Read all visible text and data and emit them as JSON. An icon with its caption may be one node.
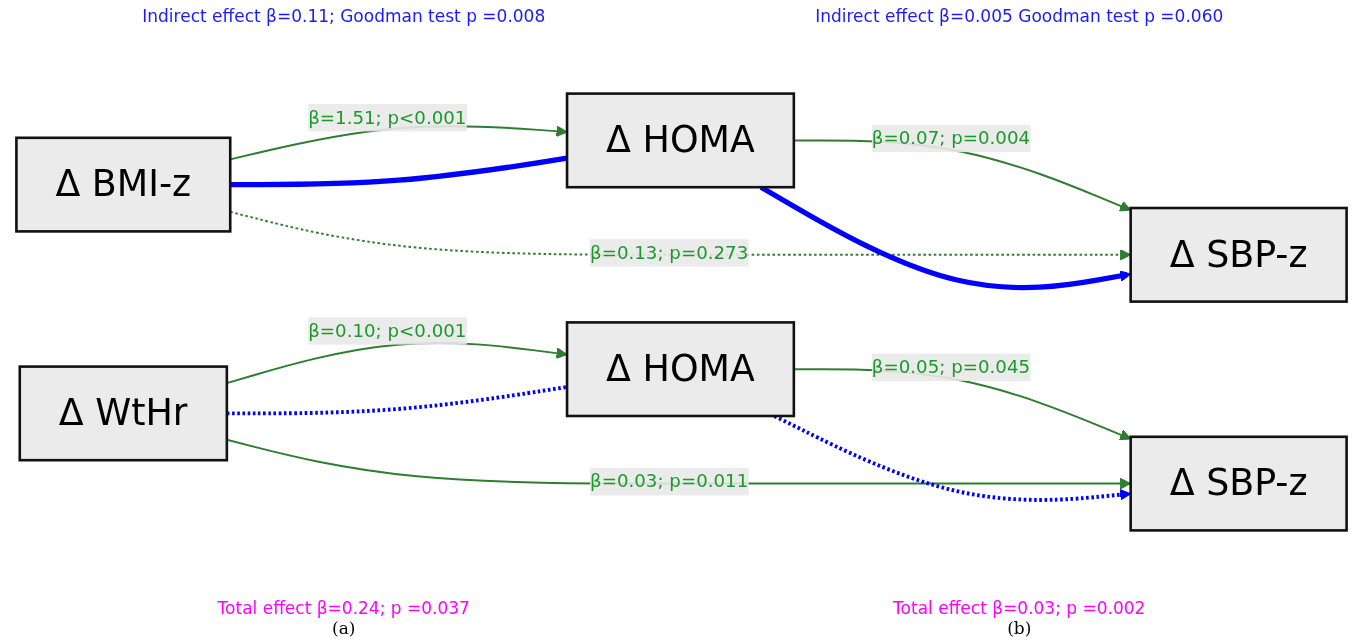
{
  "diagram": {
    "nodes": [
      {
        "text": [
          "Δ BMI-z"
        ]
      },
      {
        "text": [
          "Δ HOMA"
        ]
      },
      {
        "text": [
          "Δ SBP-z"
        ]
      },
      {
        "text": [
          "Δ WtHr"
        ]
      },
      {
        "text": [
          "Δ HOMA"
        ]
      },
      {
        "text": [
          "Δ SBP-z"
        ]
      }
    ],
    "edges": [
      {
        "from": 0,
        "to": 1,
        "arrow": "to",
        "label": "β=1.51; p<0.001"
      },
      {
        "from": 1,
        "to": 2,
        "arrow": "to",
        "label": "β=0.07; p=0.004"
      },
      {
        "from": 0,
        "to": 2,
        "arrow": "to",
        "label": "β=0.13;  p=0.273",
        "style": "dashed"
      },
      {
        "from": 0,
        "to": 1,
        "arrow": "none",
        "style": "thick",
        "color": "#0000ff"
      },
      {
        "from": 1,
        "to": 2,
        "arrow": "to",
        "style": "thick",
        "color": "#0000ff"
      },
      {
        "from": 3,
        "to": 4,
        "arrow": "to",
        "label": "β=0.10; p<0.001"
      },
      {
        "from": 4,
        "to": 5,
        "arrow": "to",
        "label": "β=0.05; p=0.045"
      },
      {
        "from": 3,
        "to": 5,
        "arrow": "to",
        "label": "β=0.03;  p=0.011"
      },
      {
        "from": 3,
        "to": 4,
        "arrow": "none",
        "style": "dashed",
        "color": "#0000ff"
      },
      {
        "from": 4,
        "to": 5,
        "arrow": "to",
        "style": "dashed",
        "color": "#0000ff"
      }
    ],
    "labels": [
      "Indirect effect β=0.11; Goodman test p =0.008",
      "Indirect effect β=0.005 Goodman test p =0.060",
      "Total effect β=0.24; p =0.037",
      "Total effect β=0.03; p =0.002",
      "(a)",
      "(b)"
    ]
  }
}
